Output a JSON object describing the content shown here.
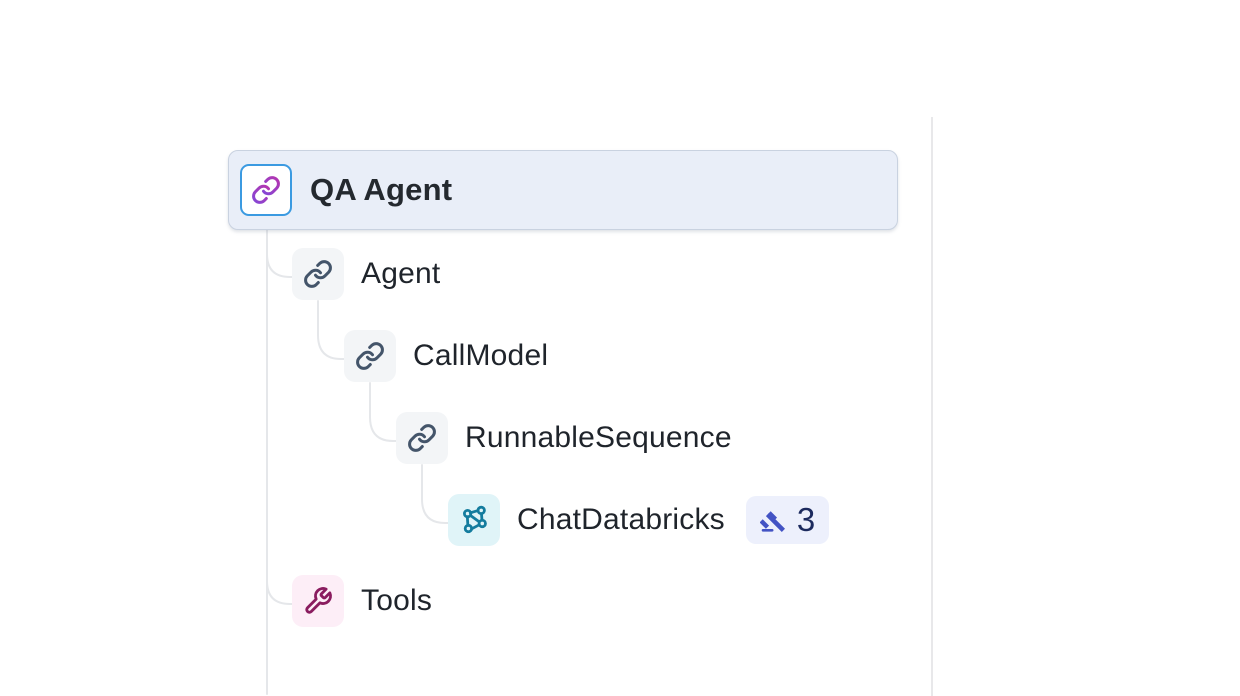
{
  "view": {
    "name": "trace-span-tree",
    "description": "Hierarchical trace tree panel with selected root span"
  },
  "tree": {
    "root": {
      "label": "QA Agent",
      "icon": "chain-link-icon",
      "selected": true
    },
    "nodes": [
      {
        "label": "Agent",
        "icon": "chain-link-icon",
        "depth": 1
      },
      {
        "label": "CallModel",
        "icon": "chain-link-icon",
        "depth": 2
      },
      {
        "label": "RunnableSequence",
        "icon": "chain-link-icon",
        "depth": 3
      },
      {
        "label": "ChatDatabricks",
        "icon": "model-graph-icon",
        "depth": 4,
        "badge": {
          "icon": "gavel-icon",
          "count": "3"
        }
      },
      {
        "label": "Tools",
        "icon": "wrench-icon",
        "depth": 1
      }
    ]
  },
  "colors": {
    "selected_row_bg": "#e9eef8",
    "selected_row_border": "#c9d2e0",
    "selected_icon_border": "#3b9ae1",
    "icon_chip_bg": "#f3f5f7",
    "chain_icon": "#44556a",
    "root_chain_gradient_from": "#8447d6",
    "root_chain_gradient_to": "#b535af",
    "model_icon": "#147c9e",
    "model_chip_bg": "#e0f4f8",
    "wrench_icon": "#8a1c5f",
    "wrench_chip_bg": "#fdeef7",
    "badge_bg": "#edf0fc",
    "badge_icon": "#4353c4",
    "badge_text": "#1c2a5e",
    "label_text": "#1f242b",
    "connector_line": "#e5e7ea",
    "panel_divider": "#e8e8ea"
  }
}
